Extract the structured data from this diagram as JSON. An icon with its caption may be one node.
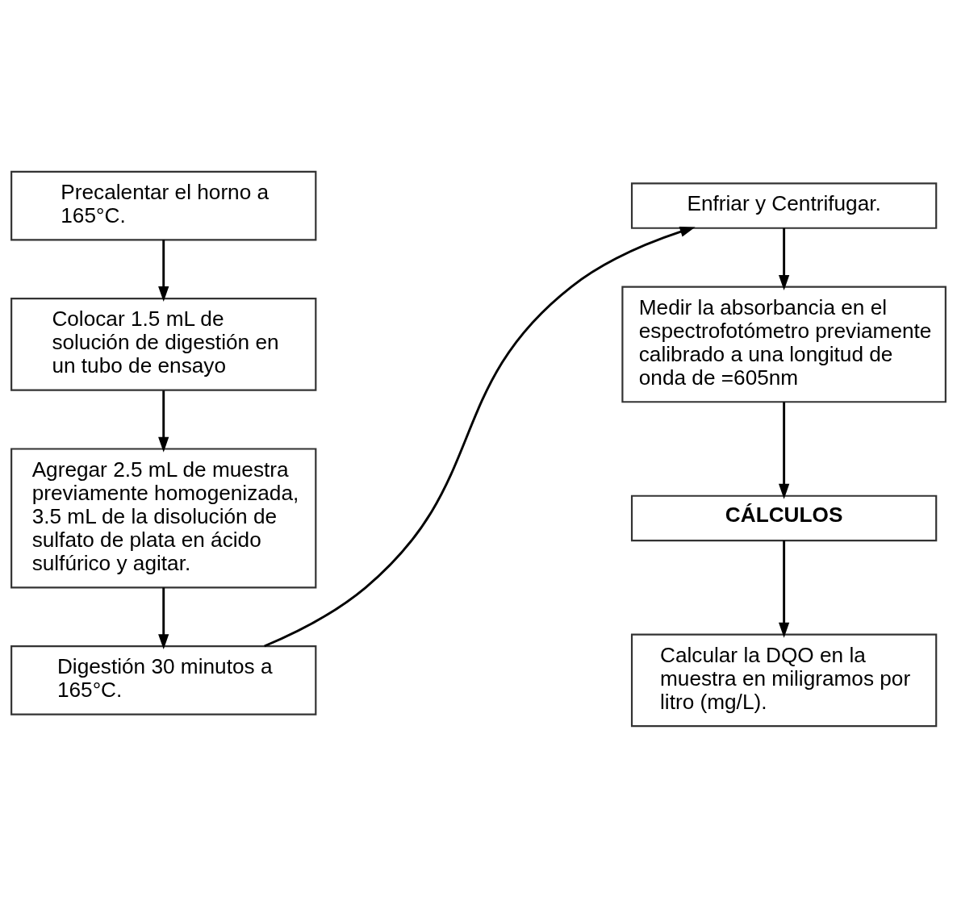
{
  "diagram": {
    "nodes": [
      {
        "text": [
          "Precalentar el horno a 165°C."
        ]
      },
      {
        "text": [
          "Colocar 1.5 mL de solución de digestión en un tubo de ensayo"
        ]
      },
      {
        "text": [
          "Agregar 2.5 mL de muestra previamente homogenizada, 3.5 mL de la disolución de sulfato de plata en ácido sulfúrico y agitar."
        ]
      },
      {
        "text": [
          "Digestión 30 minutos a 165°C."
        ]
      },
      {
        "text": [
          "Enfriar y Centrifugar."
        ]
      },
      {
        "text": [
          "Medir la absorbancia en el espectrofotómetro previamente calibrado a una longitud de onda de =605nm"
        ]
      },
      {
        "text": [
          "CÁLCULOS"
        ]
      },
      {
        "text": [
          "Calcular la DQO en la muestra en miligramos por litro (mg/L)."
        ]
      }
    ],
    "edges": [
      {
        "from": 0,
        "to": 1,
        "arrow": "to"
      },
      {
        "from": 1,
        "to": 2,
        "arrow": "to"
      },
      {
        "from": 2,
        "to": 3,
        "arrow": "to"
      },
      {
        "from": 3,
        "to": 4,
        "arrow": "to"
      },
      {
        "from": 4,
        "to": 5,
        "arrow": "to"
      },
      {
        "from": 5,
        "to": 6,
        "arrow": "to"
      },
      {
        "from": 6,
        "to": 7,
        "arrow": "to"
      }
    ]
  }
}
